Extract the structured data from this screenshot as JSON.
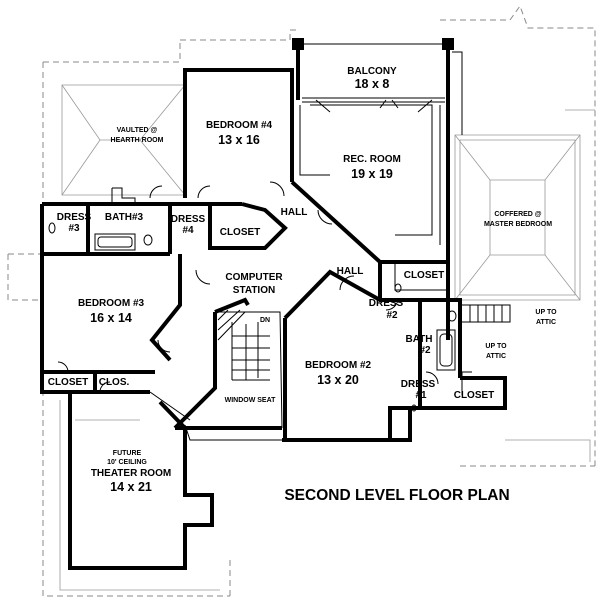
{
  "plan_title": "SECOND LEVEL FLOOR PLAN",
  "rooms": {
    "balcony": {
      "name": "BALCONY",
      "size": "18 x 8"
    },
    "bedroom4": {
      "name": "BEDROOM #4",
      "size": "13 x 16"
    },
    "rec_room": {
      "name": "REC. ROOM",
      "size": "19 x 19"
    },
    "bedroom3": {
      "name": "BEDROOM #3",
      "size": "16 x 14"
    },
    "bedroom2": {
      "name": "BEDROOM #2",
      "size": "13 x 20"
    },
    "theater": {
      "name": "THEATER ROOM",
      "size": "14 x 21",
      "note1": "FUTURE",
      "note2": "10' CEILING"
    }
  },
  "labels": {
    "vaulted1": "VAULTED @",
    "vaulted2": "HEARTH ROOM",
    "coffered1": "COFFERED @",
    "coffered2": "MASTER BEDROOM",
    "dress3a": "DRESS",
    "dress3b": "#3",
    "bath3": "BATH#3",
    "dress4a": "DRESS",
    "dress4b": "#4",
    "closet_b4": "CLOSET",
    "hall_upper": "HALL",
    "hall_lower": "HALL",
    "computer1": "COMPUTER",
    "computer2": "STATION",
    "closet_rec": "CLOSET",
    "dress2a": "DRESS",
    "dress2b": "#2",
    "up_attic1a": "UP TO",
    "up_attic1b": "ATTIC",
    "up_attic2a": "UP TO",
    "up_attic2b": "ATTIC",
    "bath2a": "BATH",
    "bath2b": "#2",
    "dress1a": "DRESS",
    "dress1b": "#1",
    "closet_d1": "CLOSET",
    "stair_dn": "DN",
    "window_seat": "WINDOW SEAT",
    "closet_b3": "CLOSET",
    "clos_b3": "CLOS."
  }
}
